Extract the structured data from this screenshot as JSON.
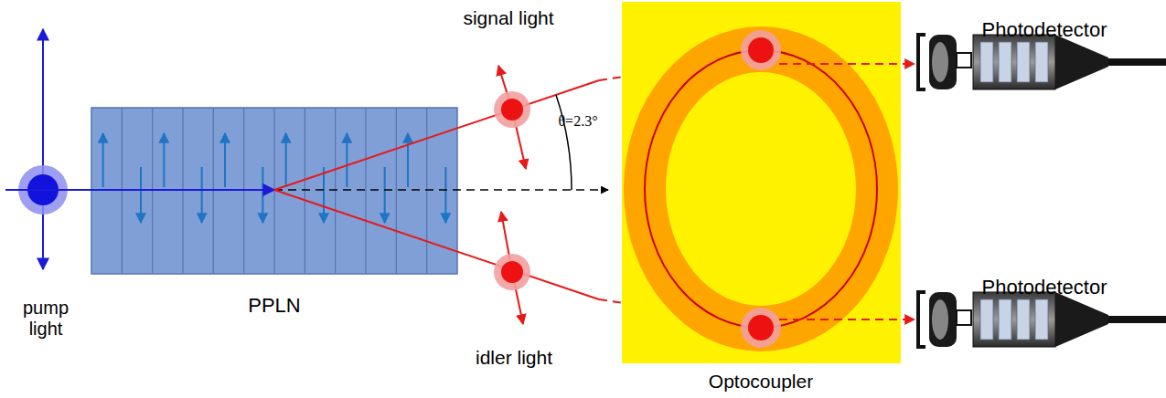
{
  "diagram": {
    "labels": [
      "signal light",
      "θ=2.3°",
      "Photodetector",
      "pump light",
      "PPLN",
      "idler light",
      "Optocoupler",
      "Photodetector"
    ]
  }
}
